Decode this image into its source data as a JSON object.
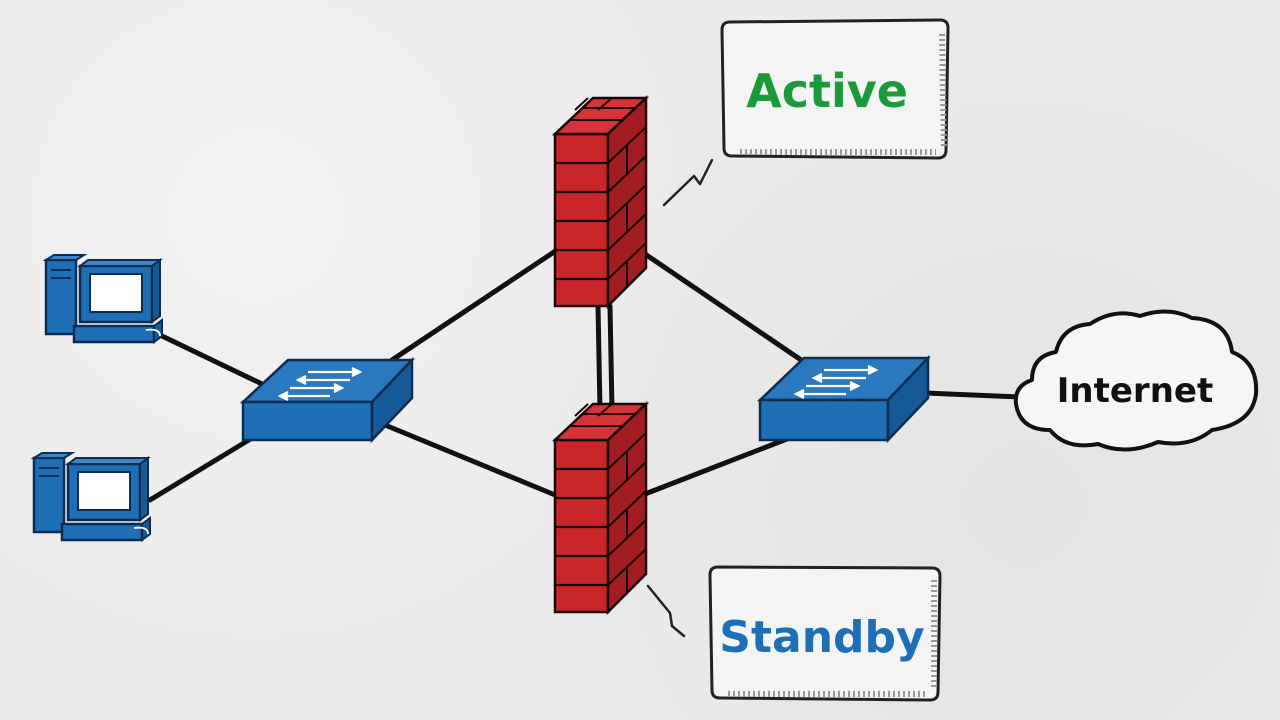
{
  "labels": {
    "active": "Active",
    "standby": "Standby",
    "internet": "Internet"
  },
  "colors": {
    "background": "#ebebeb",
    "firewall_front": "#c9262a",
    "firewall_side": "#9e1b1e",
    "switch_top": "#1f6fb6",
    "switch_side": "#155a96",
    "pc_blue": "#1f6fb6",
    "active_text": "#1b9a3a",
    "standby_text": "#1f6fb6",
    "line": "#111111"
  },
  "icons": [
    "pc-icon",
    "switch-icon",
    "firewall-icon",
    "cloud-icon"
  ]
}
